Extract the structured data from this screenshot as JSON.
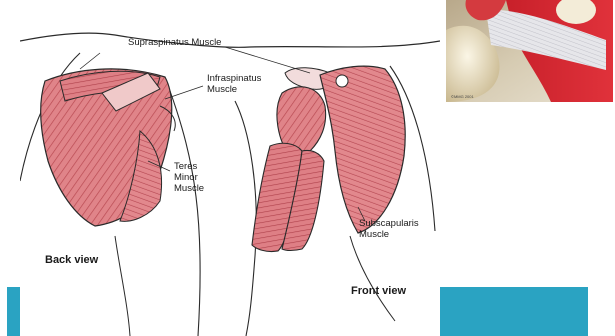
{
  "figure": {
    "labels": {
      "supraspinatus": "Supraspinatus Muscle",
      "infraspinatus": "Infraspinatus\nMuscle",
      "teres_minor": "Teres\nMinor\nMuscle",
      "subscapularis": "Subscapularis\nMuscle",
      "back_view": "Back view",
      "front_view": "Front view"
    }
  },
  "inset": {
    "credit": "©MMG 2001"
  },
  "colors": {
    "muscle": "#d9757a",
    "muscle_dark": "#b8454d",
    "outline": "#2a2a2a",
    "band": "#2aa3c2"
  }
}
